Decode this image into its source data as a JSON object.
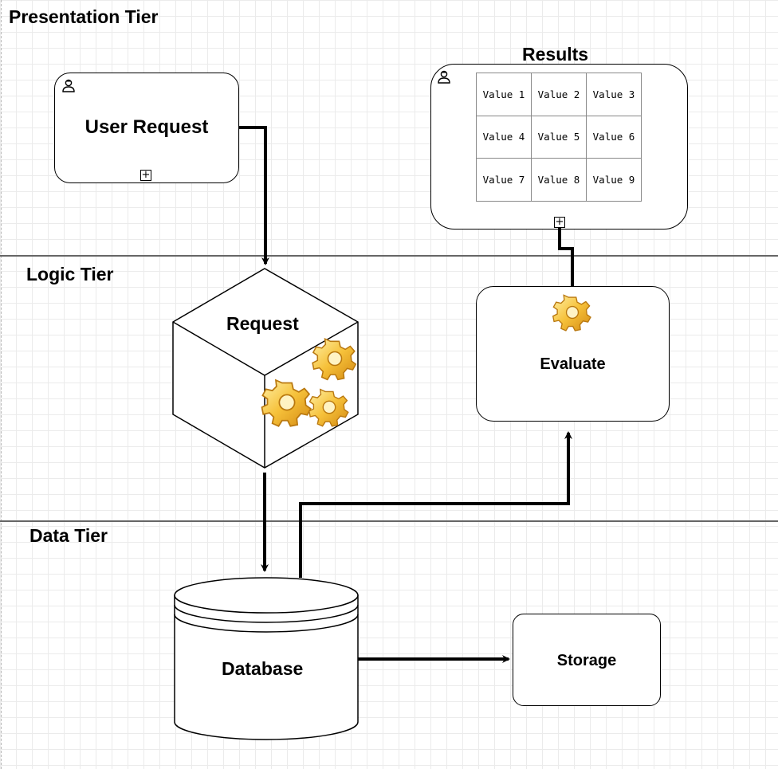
{
  "lanes": {
    "presentation": "Presentation Tier",
    "logic": "Logic Tier",
    "data": "Data Tier"
  },
  "nodes": {
    "user_request": {
      "label": "User Request",
      "icon": "user-icon",
      "marker": "+"
    },
    "results": {
      "title": "Results",
      "icon": "user-icon",
      "marker": "+",
      "rows": [
        [
          "Value 1",
          "Value 2",
          "Value 3"
        ],
        [
          "Value 4",
          "Value 5",
          "Value 6"
        ],
        [
          "Value 7",
          "Value 8",
          "Value 9"
        ]
      ]
    },
    "request": {
      "label": "Request",
      "icon": "gears-icon"
    },
    "evaluate": {
      "label": "Evaluate",
      "icon": "gear-icon"
    },
    "database": {
      "label": "Database",
      "icon": "database-icon"
    },
    "storage": {
      "label": "Storage"
    }
  },
  "colors": {
    "gear_light": "#fde27a",
    "gear_dark": "#d99a1e",
    "gear_stroke": "#b9780f",
    "divider": "#666666",
    "grid": "#ebebeb"
  }
}
